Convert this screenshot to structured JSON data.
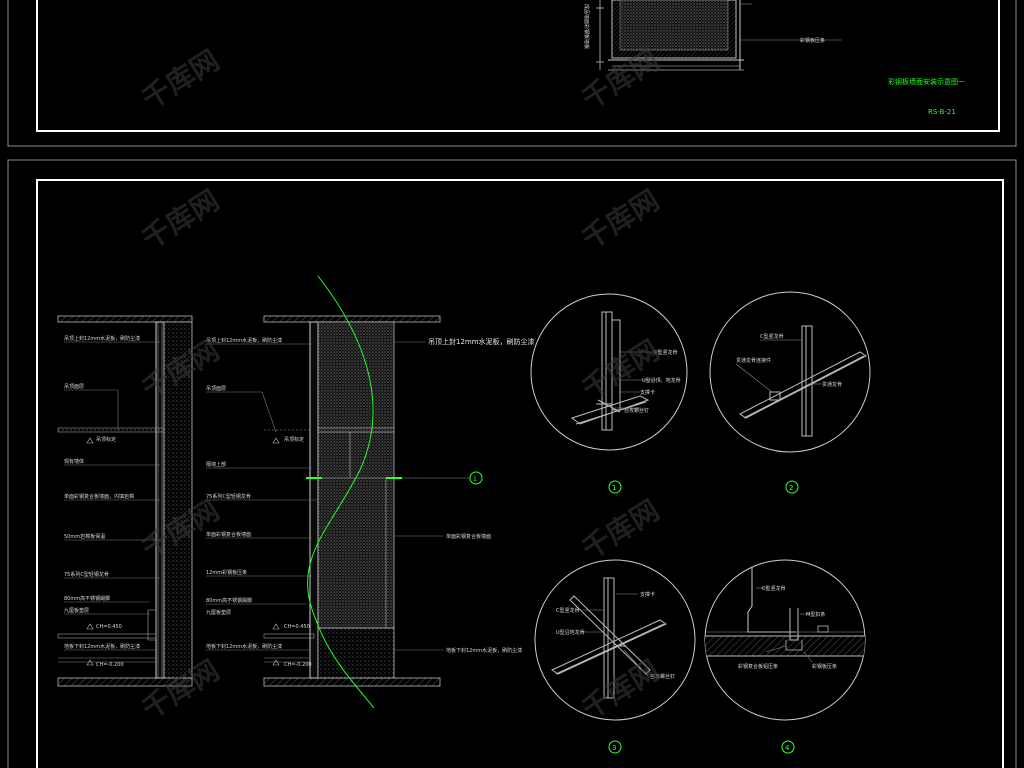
{
  "top_sheet": {
    "title": "彩钢板墙面安装示意图一",
    "code": "RS-B-21",
    "callout": "彩钢板压条",
    "vertical_note": "成品墙面彩钢板墙板"
  },
  "left_section": {
    "labels": [
      "吊顶上封12mm水泥板，刷防尘漆",
      "吊顶面层",
      "吊顶标定",
      "现有墙体",
      "单面彩钢复合板墙面，内填岩棉",
      "50mm岩棉板保温",
      "75系列C型轻钢龙骨",
      "80mm高不锈钢踢脚",
      "九厘板垫层",
      "CH=0.450",
      "地板下封12mm水泥板，刷防尘漆",
      "CH=-0.200"
    ]
  },
  "right_section": {
    "labels": [
      "吊顶上封12mm水泥板，刷防尘漆",
      "吊顶面层",
      "吊顶标定",
      "隔墙上部",
      "75系列C型轻钢龙骨",
      "单面彩钢复合板墙面",
      "12mm彩钢板压条",
      "80mm高不锈钢踢脚",
      "九厘板垫层",
      "CH=0.450",
      "地板下封12mm水泥板，刷防尘漆",
      "CH=-0.200"
    ],
    "callout_top": "吊顶上封12mm水泥板，刷防尘漆",
    "callout_mid": "单面彩钢复合板墙面",
    "section_marker": "1"
  },
  "details": [
    {
      "number": "1",
      "labels": [
        "C型竖龙骨",
        "U型沿顶、地龙骨",
        "支撑卡",
        "自攻螺丝钉"
      ]
    },
    {
      "number": "2",
      "labels": [
        "C型竖龙骨",
        "贯通龙骨连接件",
        "贯通龙骨"
      ]
    },
    {
      "number": "3",
      "labels": [
        "支撑卡",
        "C型竖龙骨",
        "U型沿地龙骨",
        "自攻螺丝钉"
      ]
    },
    {
      "number": "4",
      "labels": [
        "C型竖龙骨",
        "M型扣条",
        "彩钢复合板铝压条",
        "彩钢板压条"
      ]
    }
  ],
  "watermark": "千库网",
  "colors": {
    "background": "#000000",
    "frame": "#ffffff",
    "accent_green": "#22ff22",
    "line_gray": "#8c8c8c"
  }
}
